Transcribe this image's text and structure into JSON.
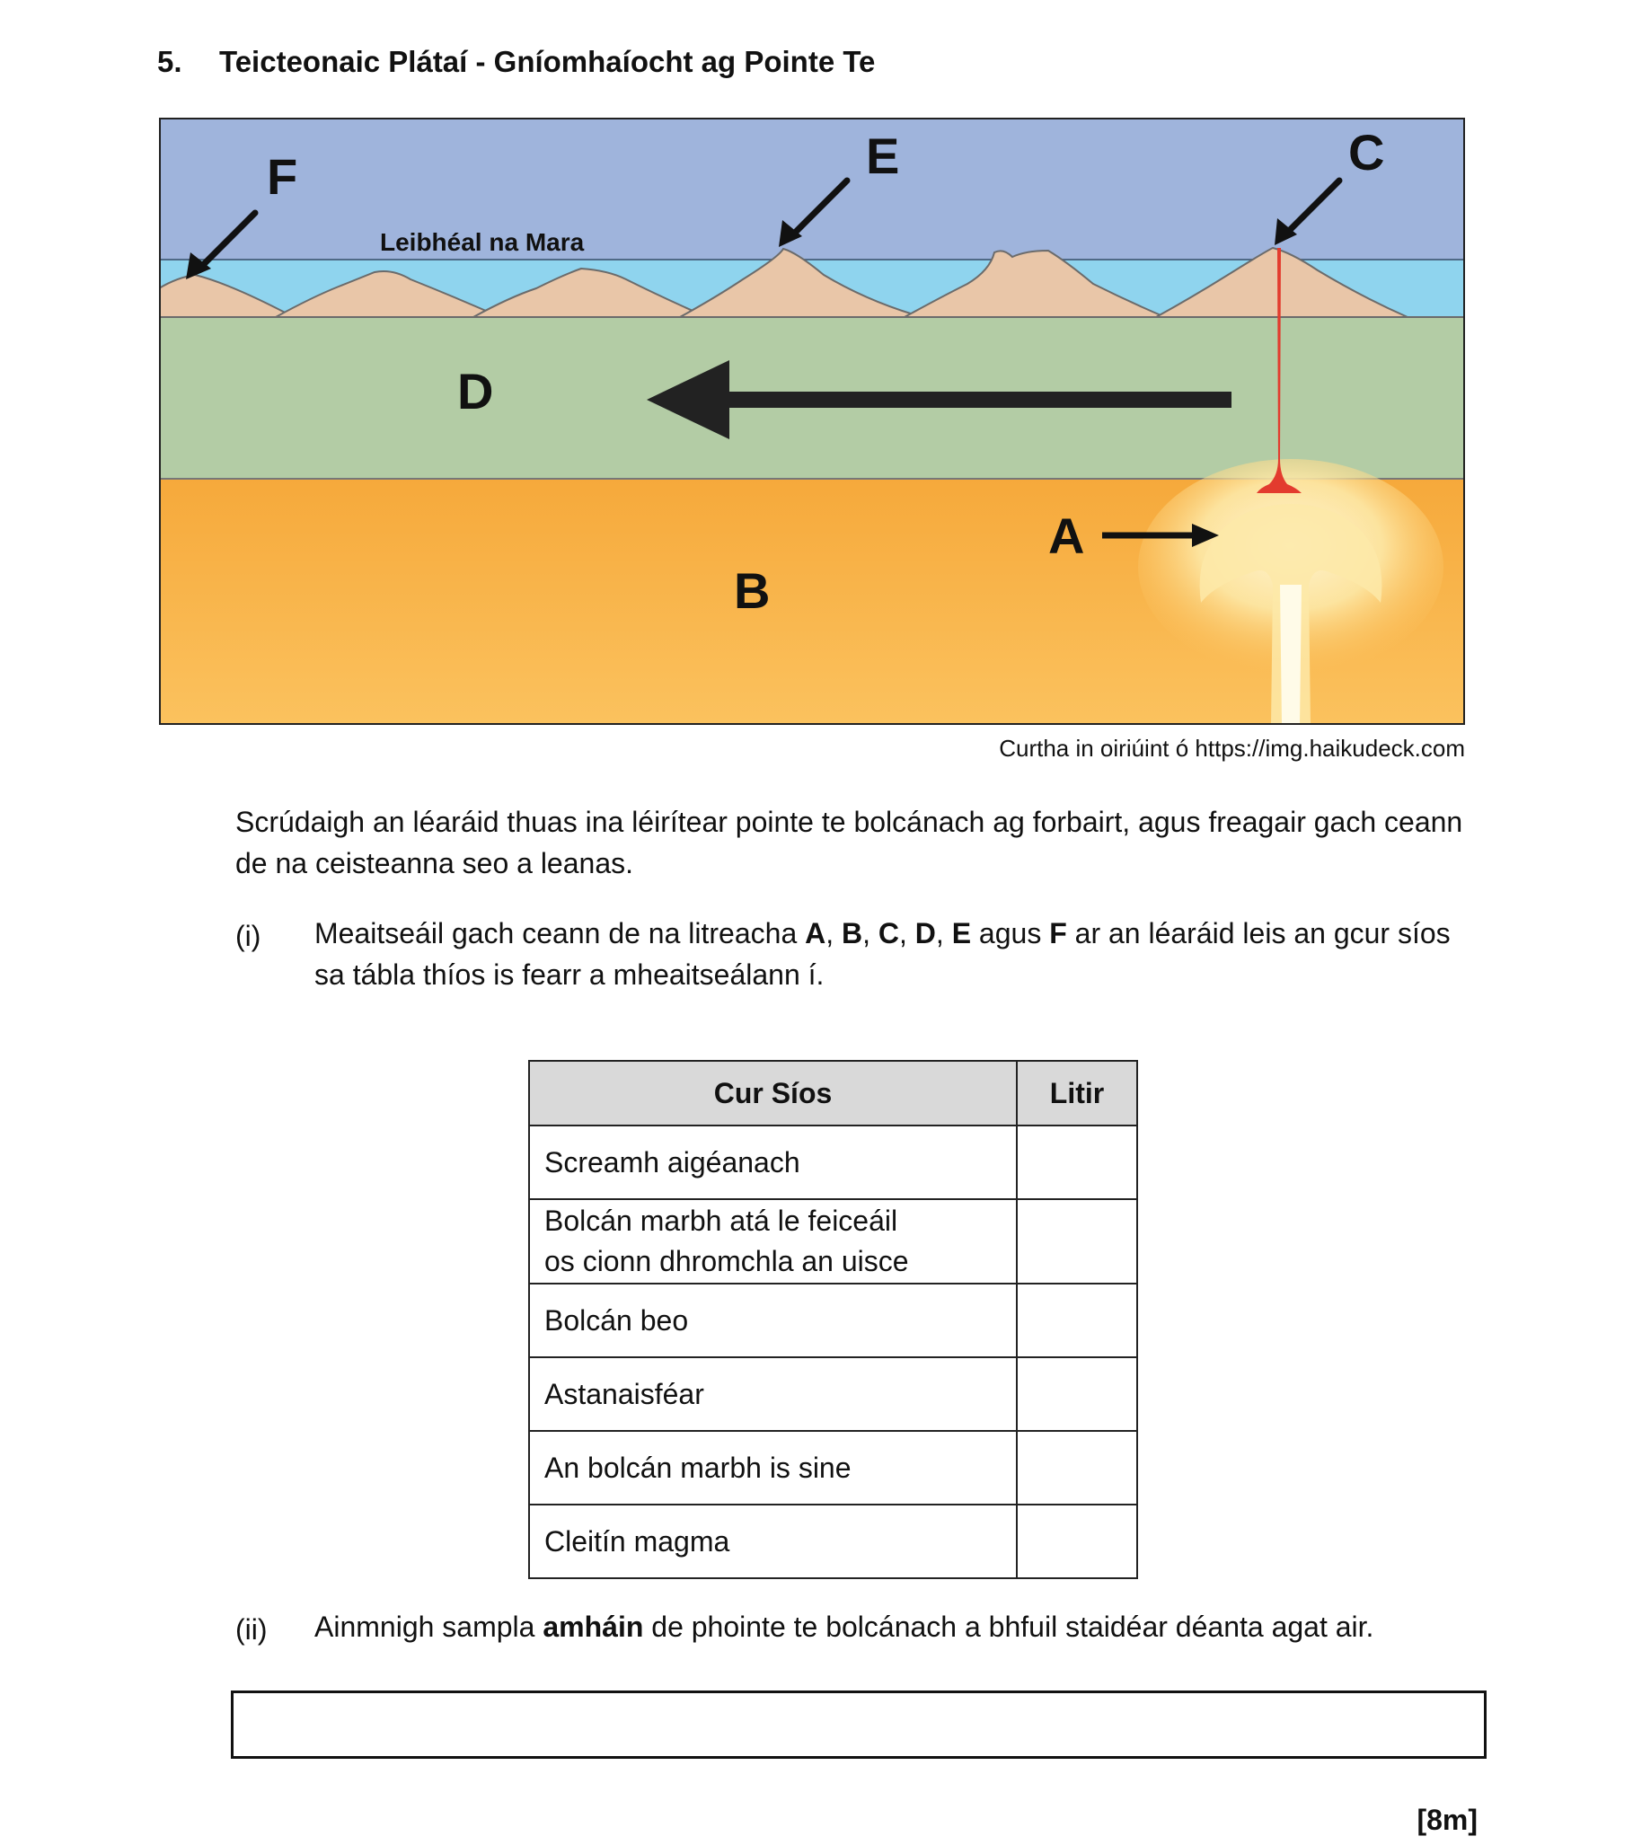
{
  "question": {
    "number": "5.",
    "title": "Teicteonaic Plátaí - Gníomhaíocht ag Pointe Te"
  },
  "figure": {
    "labels": {
      "F": "F",
      "E": "E",
      "C": "C",
      "D": "D",
      "A": "A",
      "B": "B"
    },
    "sea_level_label": "Leibhéal na Mara",
    "caption": "Curtha in oiriúint ó https://img.haikudeck.com",
    "colors": {
      "sky": "#9fb4dc",
      "sea": "#8fd4ee",
      "volcano": "#e9c6a8",
      "plate": "#b3cca5",
      "mantle": "#f7b347",
      "magma": "#e33b2e",
      "arrow": "#222222"
    }
  },
  "intro": "Scrúdaigh an léaráid thuas ina léirítear pointe te bolcánach ag forbairt, agus freagair gach ceann de na ceisteanna seo a leanas.",
  "part_i": {
    "label": "(i)",
    "text_1": "Meaitseáil gach ceann de na litreacha ",
    "A": "A",
    "sep1": ", ",
    "B": "B",
    "sep2": ", ",
    "C": "C",
    "sep3": ", ",
    "D": "D",
    "sep4": ", ",
    "E": "E",
    "and": " agus ",
    "F": "F",
    "text_2": " ar an léaráid leis an gcur síos sa tábla thíos is fearr a mheaitseálann í."
  },
  "table": {
    "headers": [
      "Cur Síos",
      "Litir"
    ],
    "rows": [
      {
        "description": "Screamh aigéanach",
        "letter": ""
      },
      {
        "description_line1": "Bolcán marbh atá le feiceáil",
        "description_line2": "os cionn dhromchla an uisce",
        "letter": ""
      },
      {
        "description": "Bolcán beo",
        "letter": ""
      },
      {
        "description": "Astanaisféar",
        "letter": ""
      },
      {
        "description": "An bolcán marbh is sine",
        "letter": ""
      },
      {
        "description": "Cleitín magma",
        "letter": ""
      }
    ]
  },
  "part_ii": {
    "label": "(ii)",
    "text_1": "Ainmnigh sampla ",
    "bold": "amháin",
    "text_2": " de phointe te bolcánach a bhfuil staidéar déanta agat air."
  },
  "marks": "[8m]"
}
